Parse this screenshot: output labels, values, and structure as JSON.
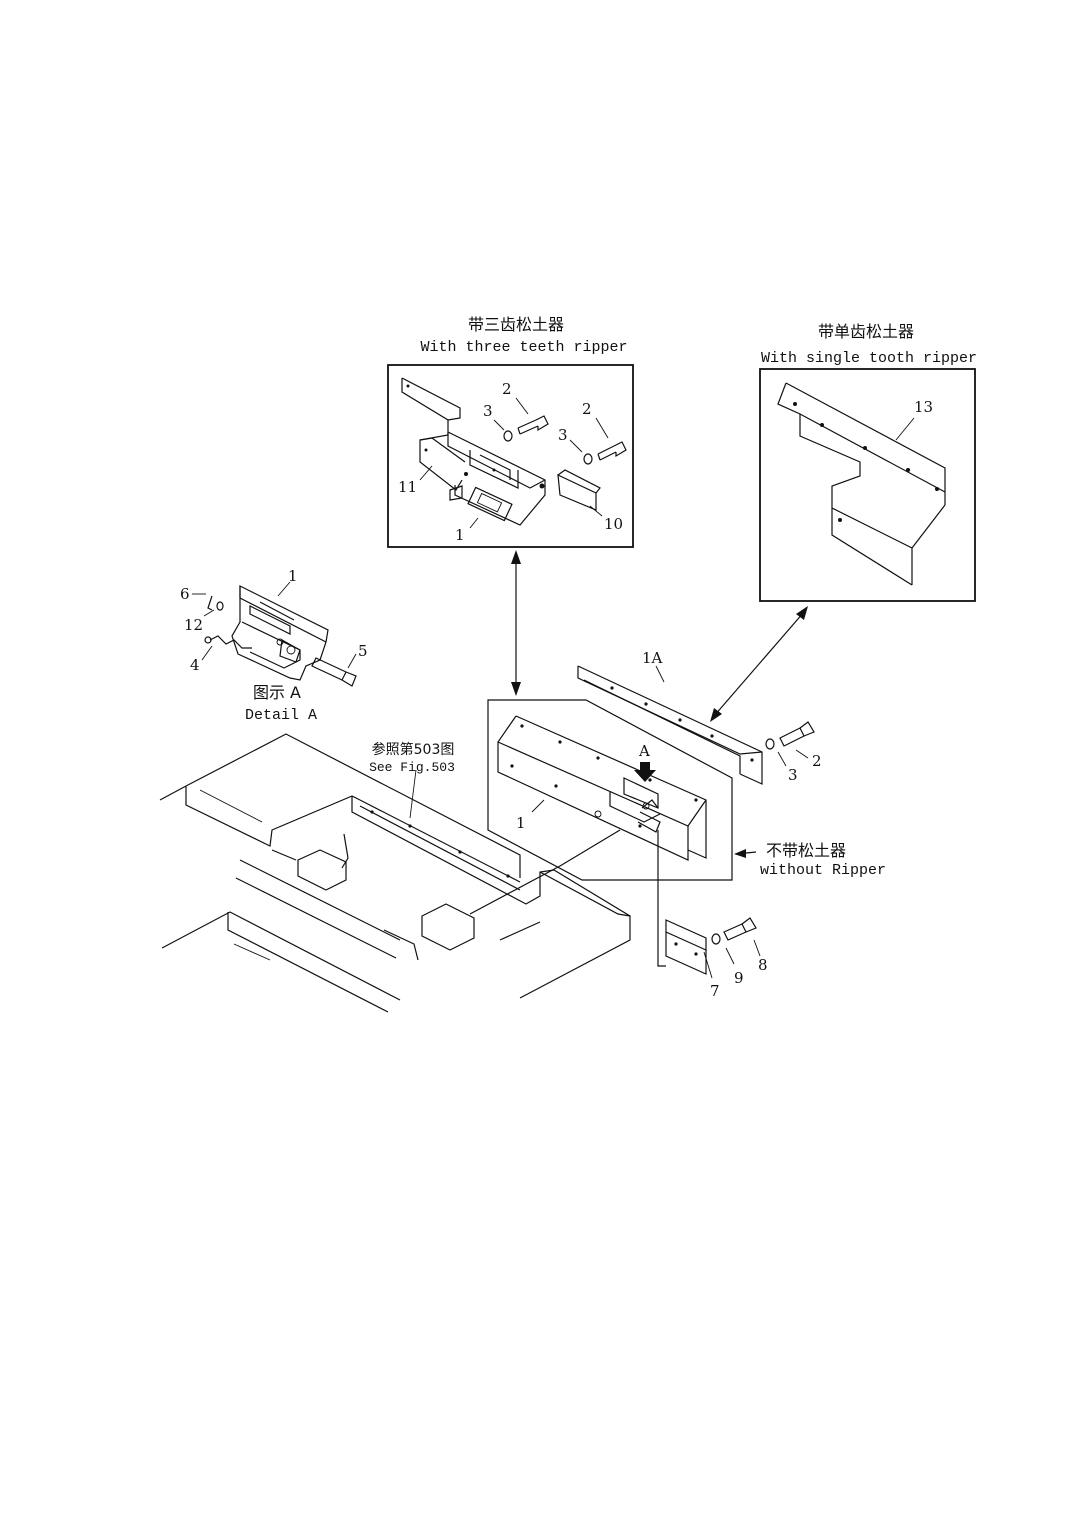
{
  "diagram": {
    "three_teeth_panel": {
      "title_cn": "带三齿松土器",
      "title_en": "With three teeth ripper",
      "callouts": [
        "2",
        "3",
        "2",
        "3",
        "11",
        "10",
        "1"
      ]
    },
    "single_tooth_panel": {
      "title_cn": "带单齿松土器",
      "title_en": "With single tooth ripper",
      "callouts": [
        "13"
      ]
    },
    "detail_a": {
      "title_cn": "图示 A",
      "title_en": "Detail A",
      "callouts": [
        "1",
        "6",
        "12",
        "4",
        "5"
      ]
    },
    "main_view": {
      "see_fig_cn": "参照第503图",
      "see_fig_en": "See Fig.503",
      "view_marker": "A",
      "without_ripper_cn": "不带松土器",
      "without_ripper_en": "without Ripper",
      "callouts": [
        "1A",
        "2",
        "3",
        "1",
        "8",
        "9",
        "7"
      ]
    }
  }
}
